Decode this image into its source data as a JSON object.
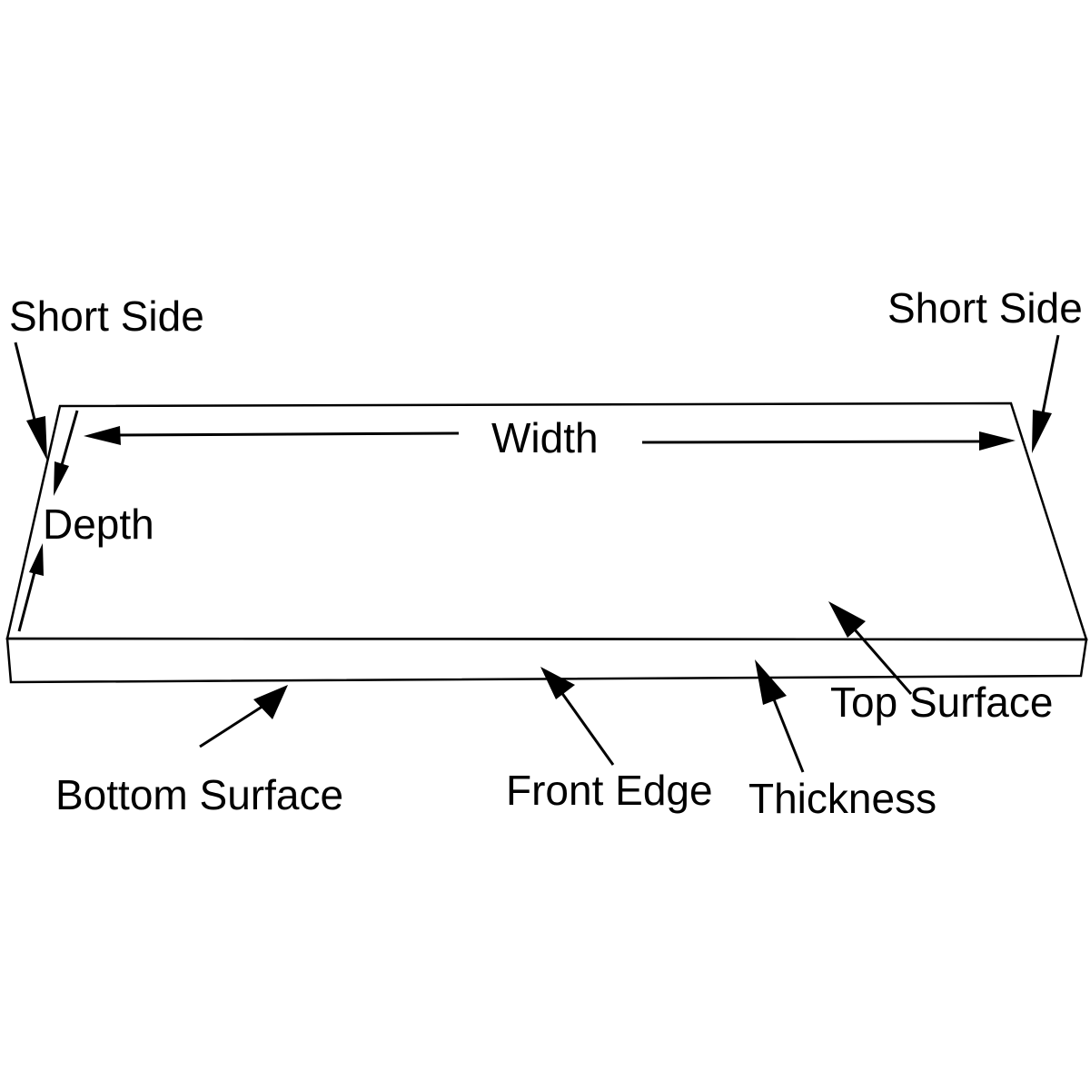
{
  "diagram": {
    "labels": {
      "short_side_left": "Short Side",
      "short_side_right": "Short Side",
      "width": "Width",
      "depth": "Depth",
      "top_surface": "Top Surface",
      "thickness": "Thickness",
      "front_edge": "Front Edge",
      "bottom_surface": "Bottom Surface"
    },
    "colors": {
      "line": "#000000",
      "background": "#ffffff"
    }
  }
}
